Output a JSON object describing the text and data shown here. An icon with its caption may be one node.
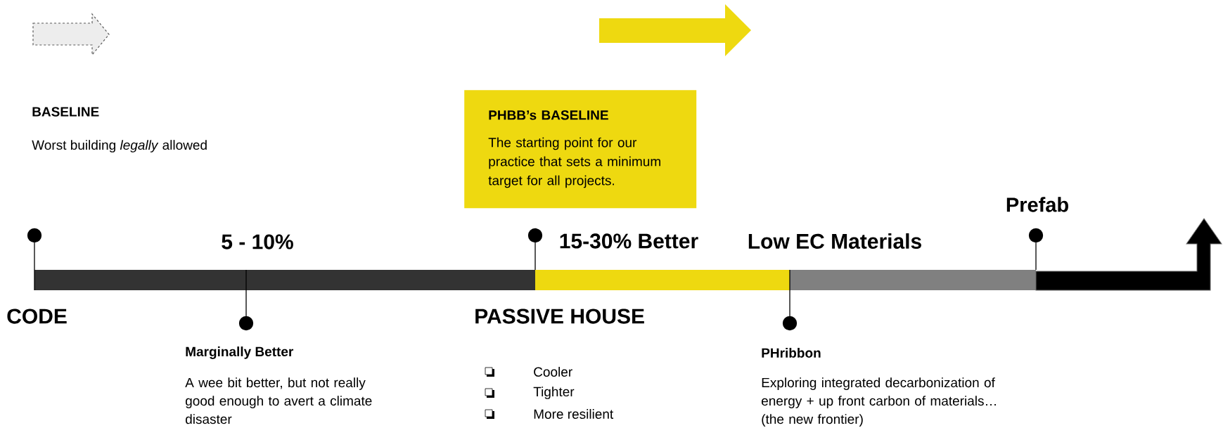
{
  "diagram": {
    "nodes": [
      {
        "text": [
          "PHBB’s BASELINE",
          "The starting point for our practice that sets a minimum target for all projects."
        ]
      }
    ],
    "labels": [
      "BASELINE",
      "Worst building *legally* allowed",
      "Prefab",
      "5 - 10%",
      "15-30% Better",
      "Low EC Materials",
      "CODE",
      "PASSIVE HOUSE",
      "Marginally Better",
      "A wee bit better, but not really good enough to avert a climate disaster",
      "Cooler",
      "Tighter",
      "More resilient",
      "PHribbon",
      "Exploring integrated decarbonization of energy + up front carbon of materials… (the new frontier)"
    ]
  }
}
